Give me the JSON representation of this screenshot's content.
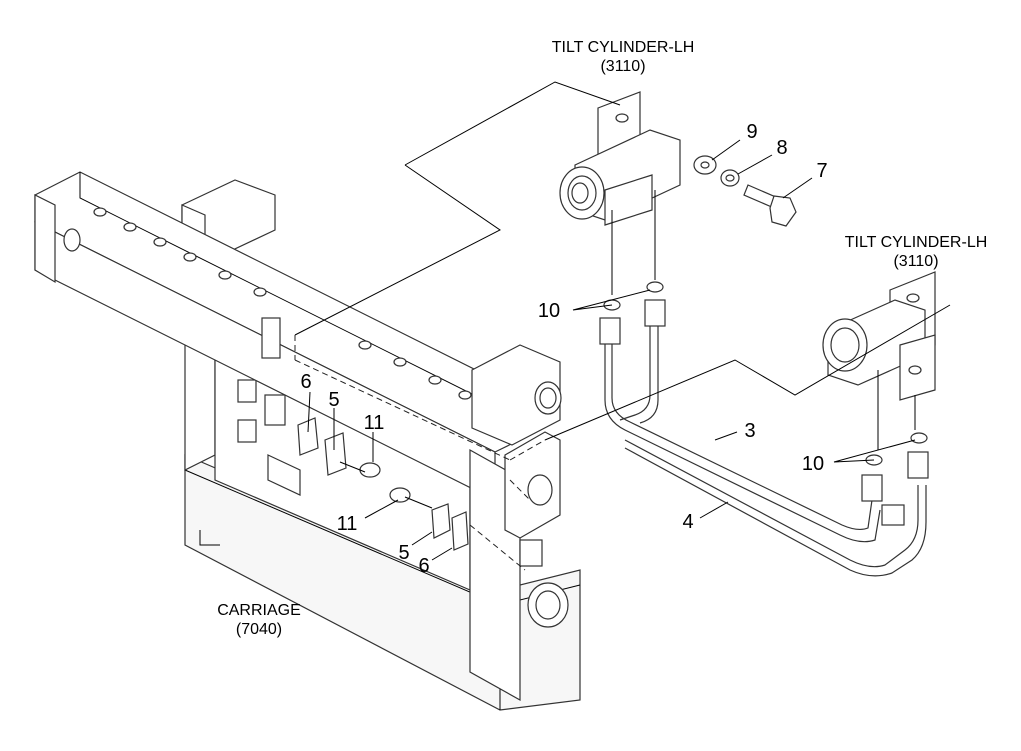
{
  "labels": {
    "tilt_top_name": "TILT CYLINDER-LH",
    "tilt_top_code": "(3110)",
    "tilt_right_name": "TILT CYLINDER-LH",
    "tilt_right_code": "(3110)",
    "carriage_name": "CARRIAGE",
    "carriage_code": "(7040)"
  },
  "callouts": {
    "c9": "9",
    "c8": "8",
    "c7": "7",
    "c10_top": "10",
    "c10_right": "10",
    "c3": "3",
    "c4": "4",
    "c6_upper": "6",
    "c5_upper": "5",
    "c11_upper": "11",
    "c11_lower": "11",
    "c5_lower": "5",
    "c6_lower": "6"
  }
}
